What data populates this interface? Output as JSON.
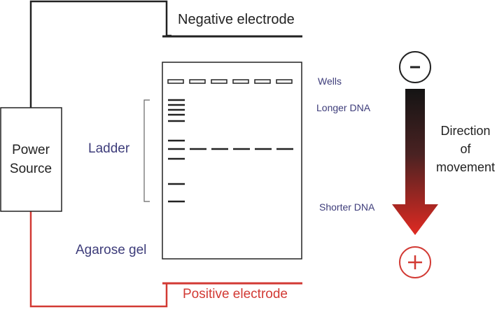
{
  "power_source": {
    "line1": "Power",
    "line2": "Source"
  },
  "electrodes": {
    "negative": "Negative electrode",
    "positive": "Positive electrode"
  },
  "gel": {
    "label": "Agarose gel",
    "ladder_label": "Ladder",
    "lane_count": 6
  },
  "annotations": {
    "wells": "Wells",
    "longer_dna": "Longer DNA",
    "shorter_dna": "Shorter DNA"
  },
  "direction": {
    "line1": "Direction",
    "line2": "of",
    "line3": "movement"
  },
  "symbols": {
    "minus": "−",
    "plus": "+"
  },
  "colors": {
    "wire": "#222222",
    "positive": "#d23a34",
    "label_blue": "#3d3c7a",
    "arrow_top": "#141414",
    "arrow_bottom": "#e02a22"
  }
}
